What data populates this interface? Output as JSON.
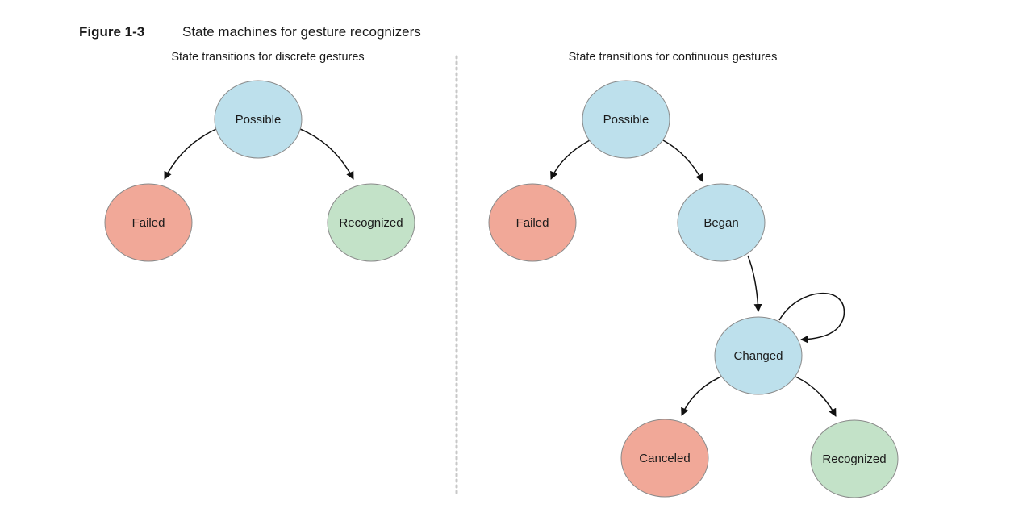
{
  "figure": {
    "number": "Figure 1-3",
    "caption": "State machines for gesture recognizers"
  },
  "colors": {
    "possible": "#bde0ec",
    "failed": "#f1a898",
    "recognized": "#c3e2c8",
    "stroke": "#8a8a8a",
    "arrow": "#111111",
    "divider": "#c8c8c8"
  },
  "discrete": {
    "title": "State transitions for discrete gestures",
    "nodes": {
      "possible": "Possible",
      "failed": "Failed",
      "recognized": "Recognized"
    }
  },
  "continuous": {
    "title": "State transitions for continuous gestures",
    "nodes": {
      "possible": "Possible",
      "failed": "Failed",
      "began": "Began",
      "changed": "Changed",
      "canceled": "Canceled",
      "recognized": "Recognized"
    }
  }
}
